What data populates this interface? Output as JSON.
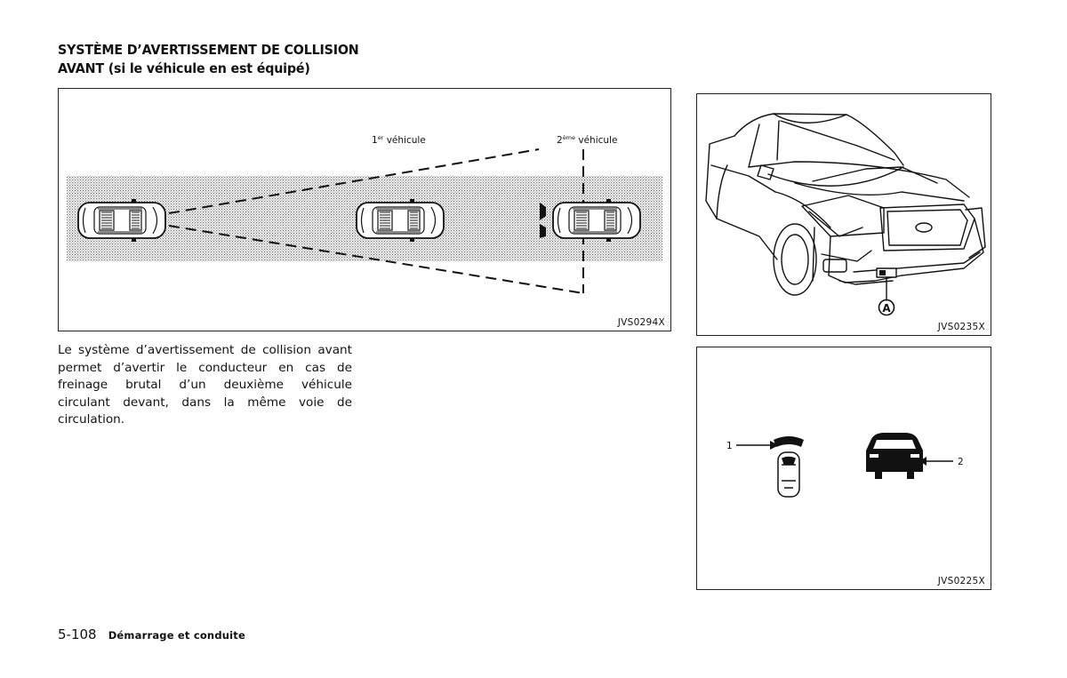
{
  "header": {
    "title_line1": "SYSTÈME D’AVERTISSEMENT DE COLLISION",
    "title_line2": "AVANT (si le véhicule en est équipé)"
  },
  "figure1": {
    "label_vehicle1_num": "1",
    "label_vehicle1_sup": "er",
    "label_vehicle1_text": " véhicule",
    "label_vehicle2_num": "2",
    "label_vehicle2_sup": "ème",
    "label_vehicle2_text": " véhicule",
    "code": "JVS0294X"
  },
  "figure2": {
    "callout": "A",
    "code": "JVS0235X"
  },
  "figure3": {
    "label_1": "1",
    "label_2": "2",
    "code": "JVS0225X"
  },
  "body": {
    "paragraph": "Le système d’avertissement de collision avant permet d’avertir le conducteur en cas de freinage brutal d’un deuxième véhicule circulant devant, dans la même voie de circulation."
  },
  "footer": {
    "page_number": "5-108",
    "section": "Démarrage et conduite"
  }
}
